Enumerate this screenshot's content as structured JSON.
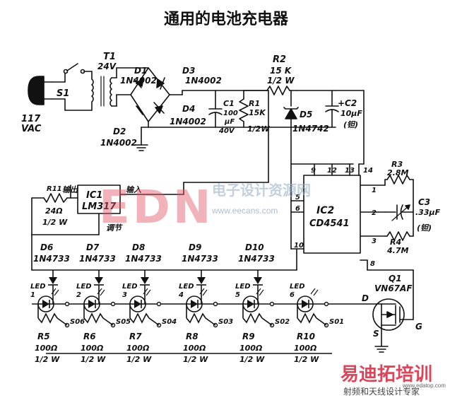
{
  "title": "通用的电池充电器",
  "source": {
    "plug": "117",
    "vac": "VAC",
    "switch": "S1"
  },
  "transformer": {
    "ref": "T1",
    "volt": "24V"
  },
  "bridge": {
    "d1": "D1",
    "d1v": "1N4002",
    "d2": "D2",
    "d2v": "1N4002",
    "d3": "D3",
    "d3v": "1N4002",
    "d4": "D4",
    "d4v": "1N4002"
  },
  "c1": {
    "ref": "C1",
    "v1": "100",
    "v2": "μF",
    "v3": "40V"
  },
  "r1": {
    "ref": "R1",
    "v1": "15K",
    "v2": "1/2W"
  },
  "r2": {
    "ref": "R2",
    "v1": "15 K",
    "v2": "1/2 W"
  },
  "d5": {
    "ref": "D5",
    "val": "1N4742"
  },
  "c2": {
    "ref": "+C2",
    "v1": "10μF",
    "v2": "(钽)"
  },
  "ic1": {
    "ref": "IC1",
    "part": "LM317",
    "in_label": "输入",
    "out_label": "输出",
    "adj_label": "调节"
  },
  "r11": {
    "ref": "R11",
    "v1": "24Ω",
    "v2": "1/2 W"
  },
  "ic2": {
    "ref": "IC2",
    "part": "CD4541",
    "pins_top": [
      "9",
      "12",
      "13",
      "14"
    ],
    "pins_left": [
      "5",
      "6",
      "10"
    ],
    "pins_right": [
      "1",
      "2",
      "3",
      "8"
    ]
  },
  "r3": {
    "ref": "R3",
    "val": "2.8M"
  },
  "c3": {
    "ref": "C3",
    "v1": ".33μF",
    "v2": "(钽)"
  },
  "r4": {
    "ref": "R4",
    "val": "4.7M"
  },
  "q1": {
    "ref": "Q1",
    "part": "VN67AF",
    "d": "D",
    "s": "S",
    "g": "G"
  },
  "zeners": [
    {
      "ref": "D6",
      "val": "1N4733"
    },
    {
      "ref": "D7",
      "val": "1N4733"
    },
    {
      "ref": "D8",
      "val": "1N4733"
    },
    {
      "ref": "D9",
      "val": "1N4733"
    },
    {
      "ref": "D10",
      "val": "1N4733"
    }
  ],
  "leds": [
    {
      "label": "LED",
      "num": "1"
    },
    {
      "label": "LED",
      "num": "2"
    },
    {
      "label": "LED",
      "num": "3"
    },
    {
      "label": "LED",
      "num": "4"
    },
    {
      "label": "LED",
      "num": "5"
    },
    {
      "label": "LED",
      "num": "6"
    }
  ],
  "sockets": [
    "S06",
    "S05",
    "S04",
    "S03",
    "S02",
    "S01"
  ],
  "resistors_bottom": [
    {
      "ref": "R5",
      "v1": "100Ω",
      "v2": "1/2 W"
    },
    {
      "ref": "R6",
      "v1": "100Ω",
      "v2": "1/2 W"
    },
    {
      "ref": "R7",
      "v1": "100Ω",
      "v2": "1/2 W"
    },
    {
      "ref": "R8",
      "v1": "100Ω",
      "v2": "1/2 W"
    },
    {
      "ref": "R9",
      "v1": "100Ω",
      "v2": "1/2 W"
    },
    {
      "ref": "R10",
      "v1": "100Ω",
      "v2": "1/2 W"
    }
  ],
  "watermarks": {
    "brand": "EDN",
    "cn": "电子设计资源网",
    "site": "www.eecans.com",
    "footer1": "易迪拓培训",
    "footer2": "射频和天线设计专家",
    "footer3": "www.edatop.com"
  },
  "colors": {
    "ink": "#111111",
    "edn": "#e05a6a",
    "footer": "#d9475a"
  }
}
